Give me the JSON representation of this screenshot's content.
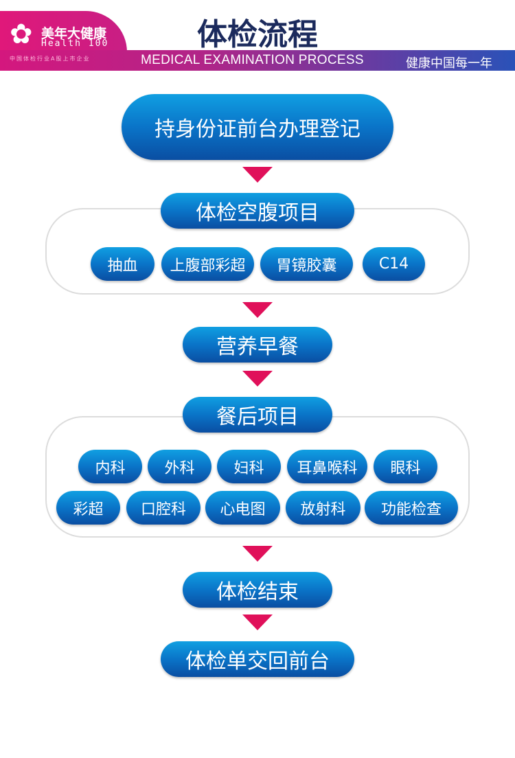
{
  "header": {
    "logo_cn": "美年大健康",
    "logo_en": "Health 100",
    "logo_tagline": "中国体检行业A股上市企业",
    "title": "体检流程",
    "subtitle": "MEDICAL EXAMINATION PROCESS",
    "slogan": "健康中国每一年"
  },
  "colors": {
    "pill_top": "#109fe2",
    "pill_bottom": "#0a4ea2",
    "arrow": "#e0105a",
    "title": "#1b2a5c"
  },
  "steps": {
    "register": "持身份证前台办理登记",
    "fasting": {
      "title": "体检空腹项目",
      "items": [
        "抽血",
        "上腹部彩超",
        "胃镜胶囊",
        "C14"
      ]
    },
    "breakfast": "营养早餐",
    "after_meal": {
      "title": "餐后项目",
      "items": [
        "内科",
        "外科",
        "妇科",
        "耳鼻喉科",
        "眼科",
        "彩超",
        "口腔科",
        "心电图",
        "放射科",
        "功能检查"
      ]
    },
    "finish": "体检结束",
    "return": "体检单交回前台"
  }
}
